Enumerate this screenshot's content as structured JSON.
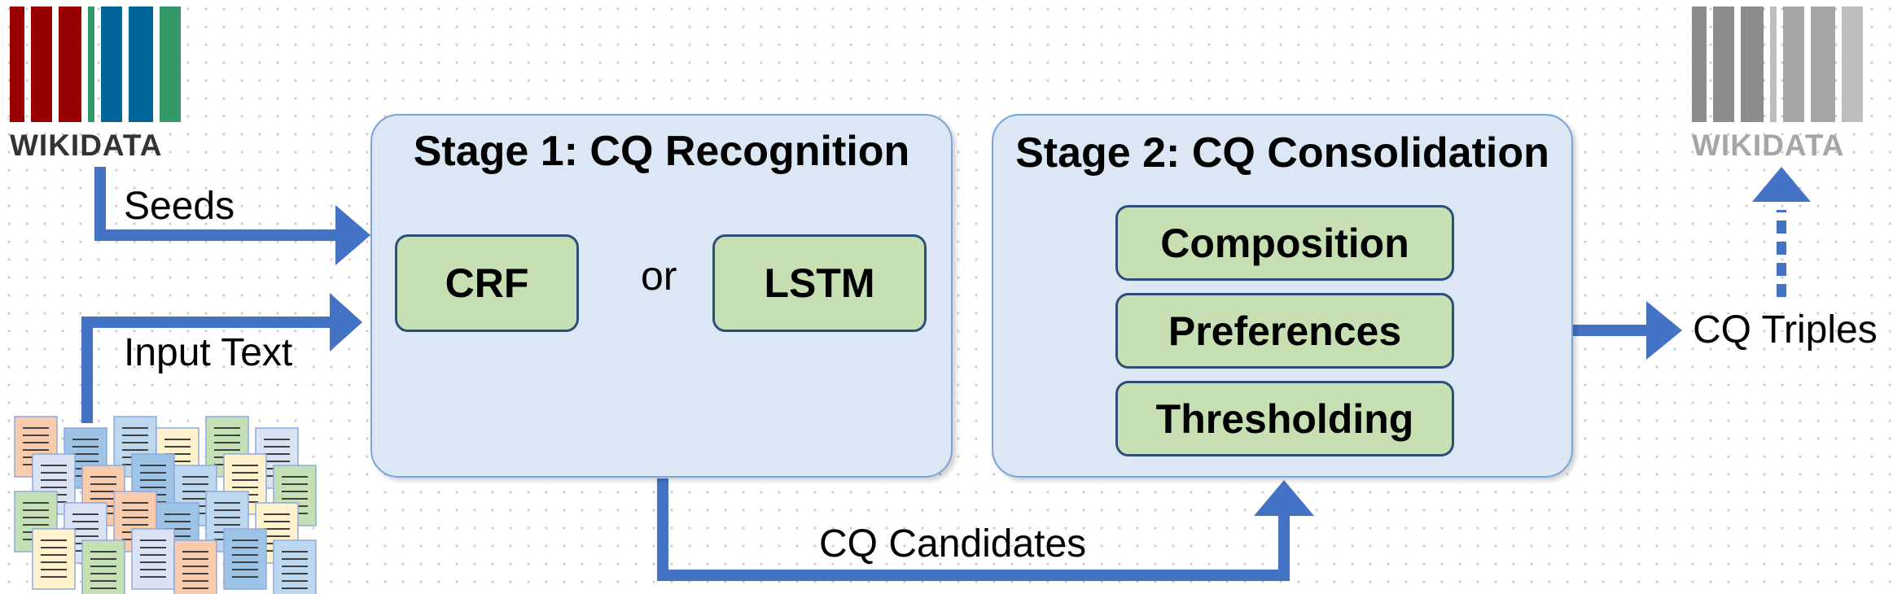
{
  "logo_left": {
    "text": "WIKIDATA",
    "bar_colors": [
      "#990000",
      "#990000",
      "#990000",
      "#339966",
      "#006699",
      "#006699",
      "#339966"
    ],
    "text_color": "#333333"
  },
  "logo_right": {
    "text": "WIKIDATA",
    "bar_colors": [
      "#8c8c8c",
      "#8c8c8c",
      "#8c8c8c",
      "#bdbdbd",
      "#a6a6a6",
      "#a6a6a6",
      "#bdbdbd"
    ],
    "text_color": "#a6a6a6"
  },
  "seeds_label": "Seeds",
  "input_text_label": "Input Text",
  "stage1": {
    "title": "Stage 1: CQ Recognition",
    "method_a": "CRF",
    "or_label": "or",
    "method_b": "LSTM"
  },
  "stage2": {
    "title": "Stage 2: CQ Consolidation",
    "steps": [
      "Composition",
      "Preferences",
      "Thresholding"
    ]
  },
  "candidates_label": "CQ Candidates",
  "triples_label": "CQ Triples",
  "colors": {
    "arrow": "#4472c4",
    "stage_fill": "#dbe7f5",
    "stage_border": "#7aa4d6",
    "method_fill": "#c6e0b4",
    "method_border": "#2f4d7a"
  }
}
